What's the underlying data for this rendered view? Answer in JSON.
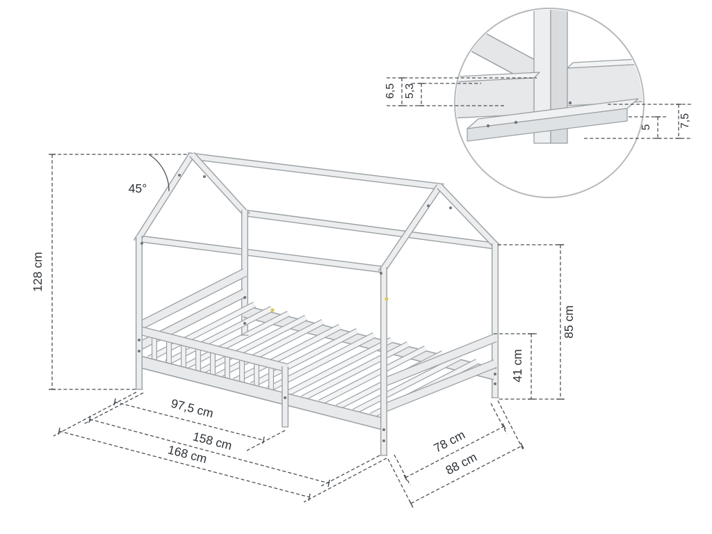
{
  "diagram": {
    "type": "technical-dimension-diagram",
    "subject": "house-shaped children's bed with safety barrier and slats",
    "dims": {
      "total_height": "128 cm",
      "roof_angle": "45°",
      "barrier_length": "97,5 cm",
      "inner_length": "158 cm",
      "total_length": "168 cm",
      "inner_width": "78 cm",
      "total_width": "88 cm",
      "post_height": "85 cm",
      "barrier_height": "41 cm"
    },
    "inset": {
      "left_outer": "6,5",
      "left_inner": "5,3",
      "right_outer": "7,5",
      "right_inner": "5"
    },
    "colors": {
      "outline": "#9aa0a4",
      "wood_light": "#ecedee",
      "wood_mid": "#e6e8ea",
      "wood_dark": "#d9dcde",
      "dimension_line": "#4a4f54",
      "label_text": "#2c3136",
      "screw": "#70757a",
      "accent_dot": "#d9c84e",
      "inset_ring": "#b5b9bc",
      "background": "#ffffff"
    }
  }
}
